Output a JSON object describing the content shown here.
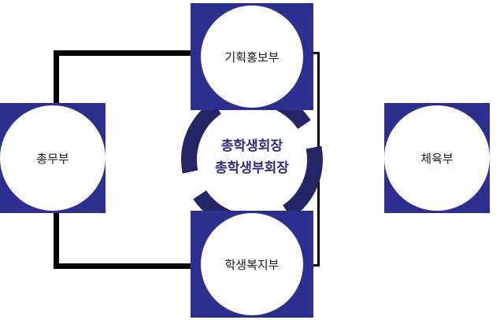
{
  "diagram": {
    "type": "organization-chart",
    "center": {
      "line1": "총학생회장",
      "line2": "총학생부회장"
    },
    "nodes": [
      {
        "id": "planning-publicity",
        "label": "기획홍보부",
        "position": "top"
      },
      {
        "id": "general-affairs",
        "label": "총무부",
        "position": "left"
      },
      {
        "id": "sports",
        "label": "체육부",
        "position": "right"
      },
      {
        "id": "student-welfare",
        "label": "학생복지부",
        "position": "bottom"
      }
    ]
  },
  "colors": {
    "navy": "#2d2f8e",
    "navy_dark": "#232566",
    "center_text": "#2b2d7e",
    "line": "#000000",
    "node_bg": "#ffffff",
    "page_bg": "#ffffff"
  }
}
